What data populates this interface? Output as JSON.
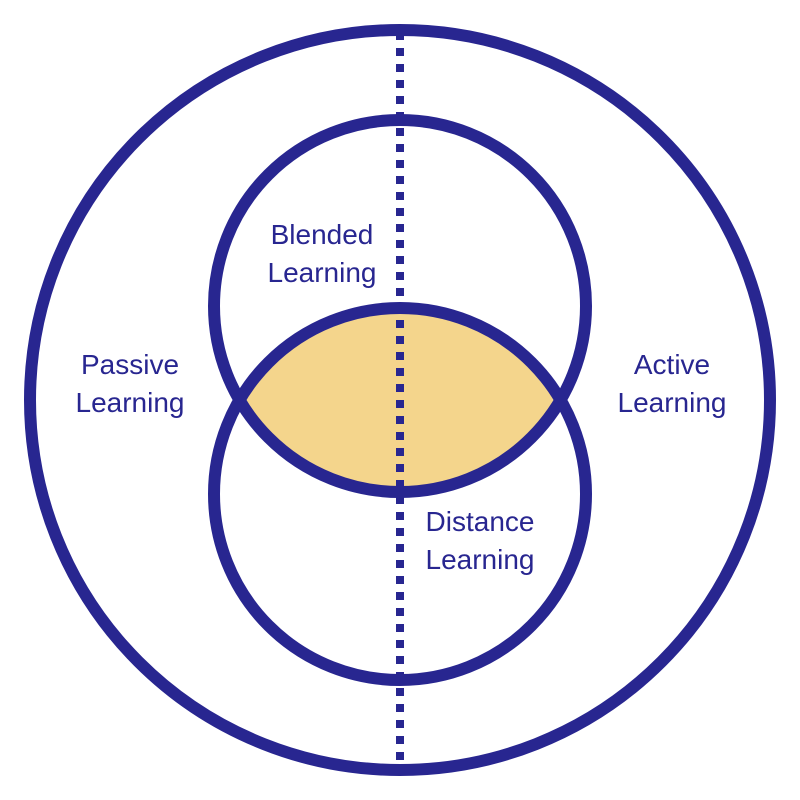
{
  "colors": {
    "stroke": "#282690",
    "fill_highlight": "#f4d58c",
    "text": "#282690",
    "background": "#ffffff"
  },
  "labels": {
    "blended": {
      "line1": "Blended",
      "line2": "Learning"
    },
    "passive": {
      "line1": "Passive",
      "line2": "Learning"
    },
    "active": {
      "line1": "Active",
      "line2": "Learning"
    },
    "distance": {
      "line1": "Distance",
      "line2": "Learning"
    }
  }
}
